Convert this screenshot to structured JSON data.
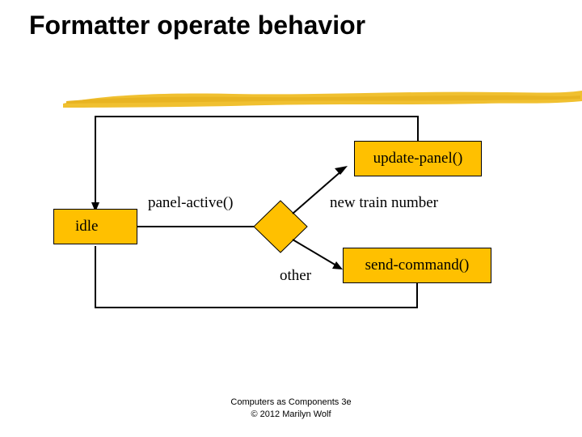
{
  "slide": {
    "title": "Formatter operate behavior",
    "footer_line1": "Computers as Components 3e",
    "footer_line2": "© 2012 Marilyn Wolf"
  },
  "diagram": {
    "type": "state-machine",
    "node_fill": "#FFC000",
    "node_stroke": "#000000",
    "nodes": [
      {
        "id": "idle",
        "label": "idle",
        "shape": "rect"
      },
      {
        "id": "decision",
        "label": "",
        "shape": "diamond"
      },
      {
        "id": "update-panel",
        "label": "update-panel()",
        "shape": "rect"
      },
      {
        "id": "send-command",
        "label": "send-command()",
        "shape": "rect"
      }
    ],
    "edge_labels": [
      {
        "id": "panel-active",
        "label": "panel-active()"
      },
      {
        "id": "new-train",
        "label": "new train number"
      },
      {
        "id": "other",
        "label": "other"
      }
    ]
  }
}
